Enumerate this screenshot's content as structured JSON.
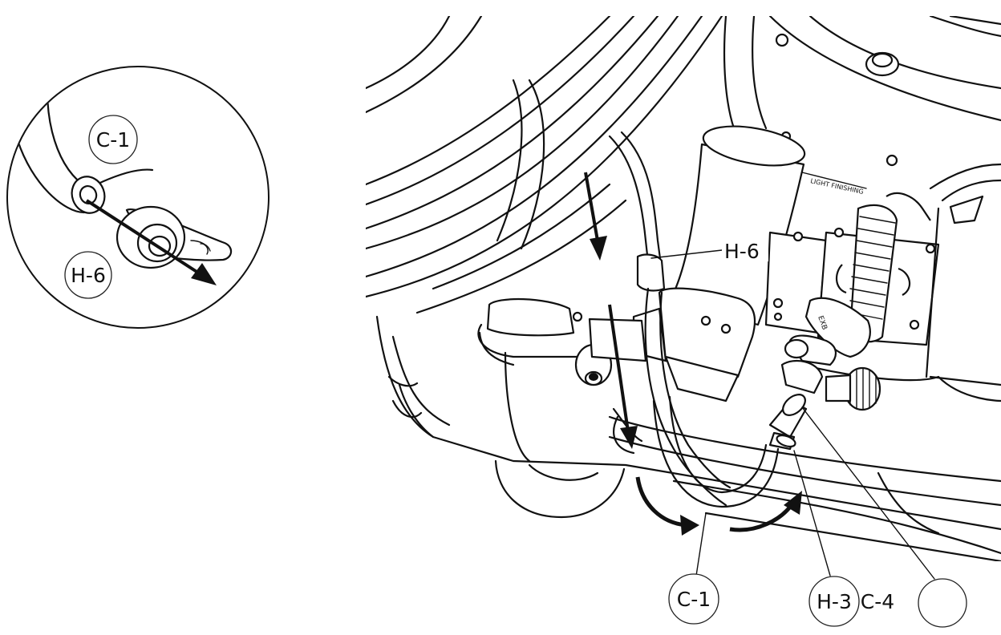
{
  "callout": {
    "labels": {
      "top": "C-1",
      "bottom": "H-6"
    }
  },
  "main": {
    "labels": {
      "hose_top": "H-6",
      "c1_bottom": "C-1",
      "h3": "H-3",
      "c4": "C-4",
      "empty": ""
    }
  },
  "colors": {
    "line": "#111111",
    "background": "#ffffff"
  }
}
